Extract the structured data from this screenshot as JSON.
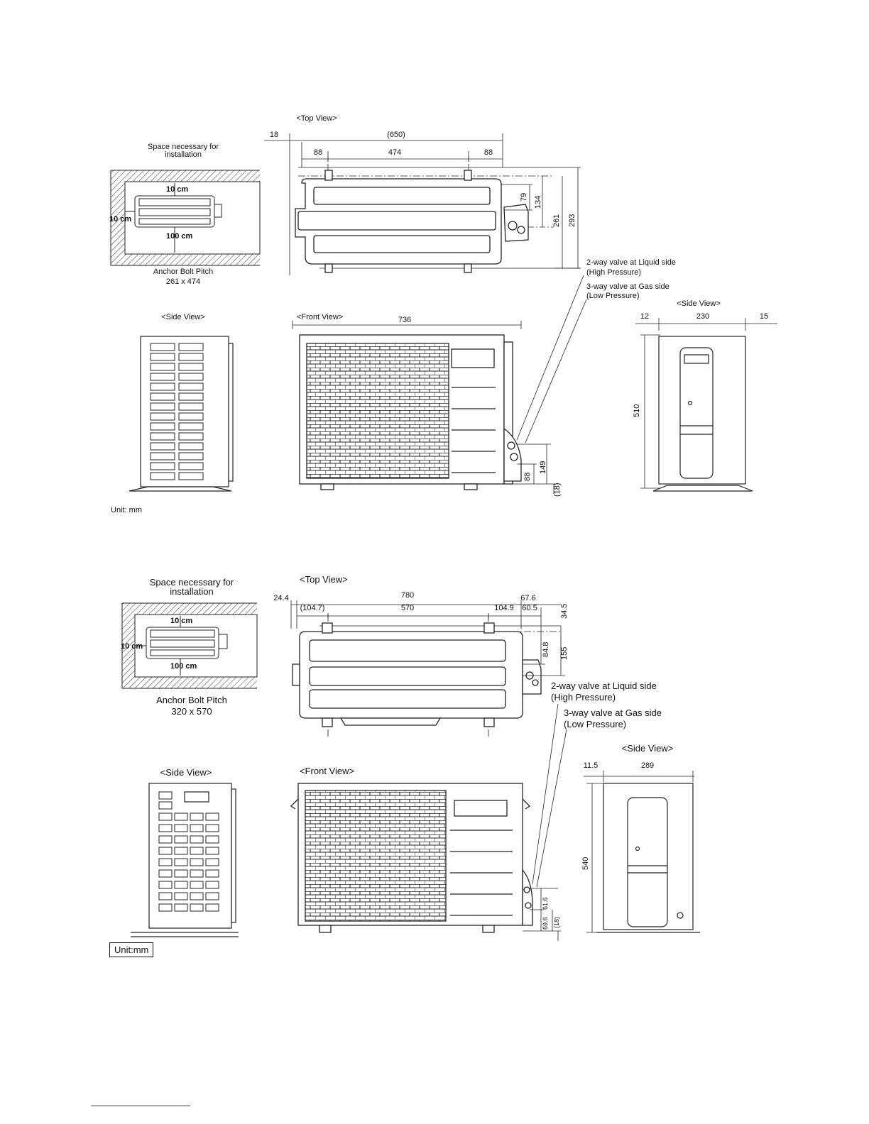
{
  "diagram1": {
    "top_view": {
      "title": "<Top View>",
      "dims": {
        "left_offset": "18",
        "overall": "(650)",
        "left": "88",
        "mid": "474",
        "right": "88",
        "d79": "79",
        "d134": "134",
        "d261": "261",
        "d293": "293"
      }
    },
    "space": {
      "title": "Space necessary for installation",
      "top": "10 cm",
      "left": "10 cm",
      "bottom": "100 cm"
    },
    "anchor": {
      "label": "Anchor Bolt Pitch",
      "value": "261 x 474"
    },
    "valves": {
      "liquid": "2-way valve at Liquid side",
      "liquid_pressure": "(High Pressure)",
      "gas": "3-way valve at Gas side",
      "gas_pressure": "(Low Pressure)"
    },
    "side_view_left": {
      "title": "<Side View>"
    },
    "front_view": {
      "title": "<Front View>",
      "width": "736",
      "d149": "149",
      "d88": "88",
      "d18": "(18)"
    },
    "side_view_right": {
      "title": "<Side View>",
      "d12": "12",
      "d230": "230",
      "d15": "15",
      "d510": "510"
    },
    "unit": "Unit: mm"
  },
  "diagram2": {
    "top_view": {
      "title": "<Top View>",
      "dims": {
        "d24_4": "24.4",
        "d780": "780",
        "d67_6": "67.6",
        "d104_7": "(104.7)",
        "d570": "570",
        "d104_9": "104.9",
        "d60_5": "60.5",
        "d34_5": "34.5",
        "d84_8": "84.8",
        "d155": "155"
      }
    },
    "space": {
      "title": "Space necessary for installation",
      "top": "10 cm",
      "left": "10 cm",
      "bottom": "100 cm"
    },
    "anchor": {
      "label": "Anchor Bolt Pitch",
      "value": "320 x 570"
    },
    "valves": {
      "liquid": "2-way valve at Liquid side",
      "liquid_pressure": "(High Pressure)",
      "gas": "3-way valve at Gas side",
      "gas_pressure": "(Low Pressure)"
    },
    "side_view_left": {
      "title": "<Side View>"
    },
    "front_view": {
      "title": "<Front View>",
      "d61_6": "61.6",
      "d69_6": "69.6",
      "d18": "(18)"
    },
    "side_view_right": {
      "title": "<Side View>",
      "d11_5": "11.5",
      "d289": "289",
      "d540": "540"
    },
    "unit": "Unit:mm"
  }
}
